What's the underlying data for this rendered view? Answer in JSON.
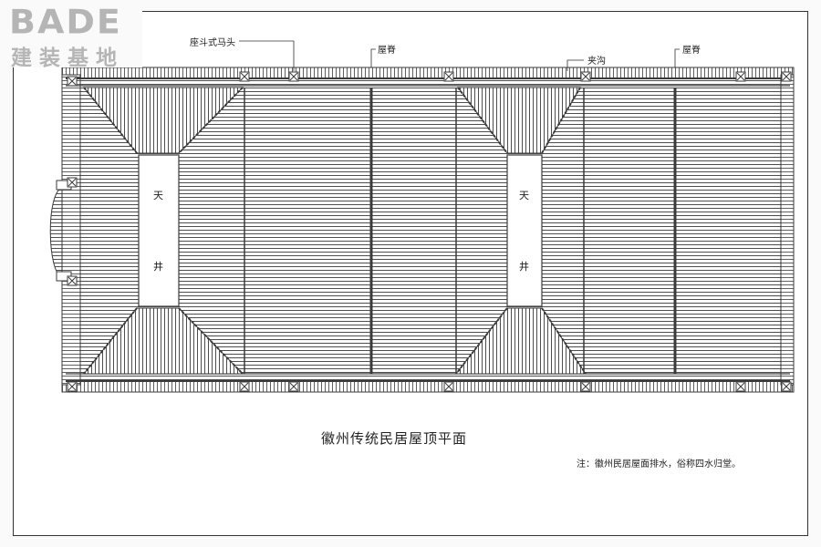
{
  "logo": {
    "latin": "BADE",
    "cjk": "建装基地"
  },
  "callouts": {
    "saddle_gable": "座斗式马头",
    "ridge_left": "屋脊",
    "valley": "夹沟",
    "ridge_right": "屋脊"
  },
  "courtyard": {
    "label_top": "天",
    "label_bottom": "井"
  },
  "drawing_title": "徽州传统民居屋顶平面",
  "note": "注：徽州民居屋面排水，俗称四水归堂。",
  "colors": {
    "line": "#3a3a3a",
    "paper": "#ffffff",
    "logo": "#b5b5b5"
  }
}
